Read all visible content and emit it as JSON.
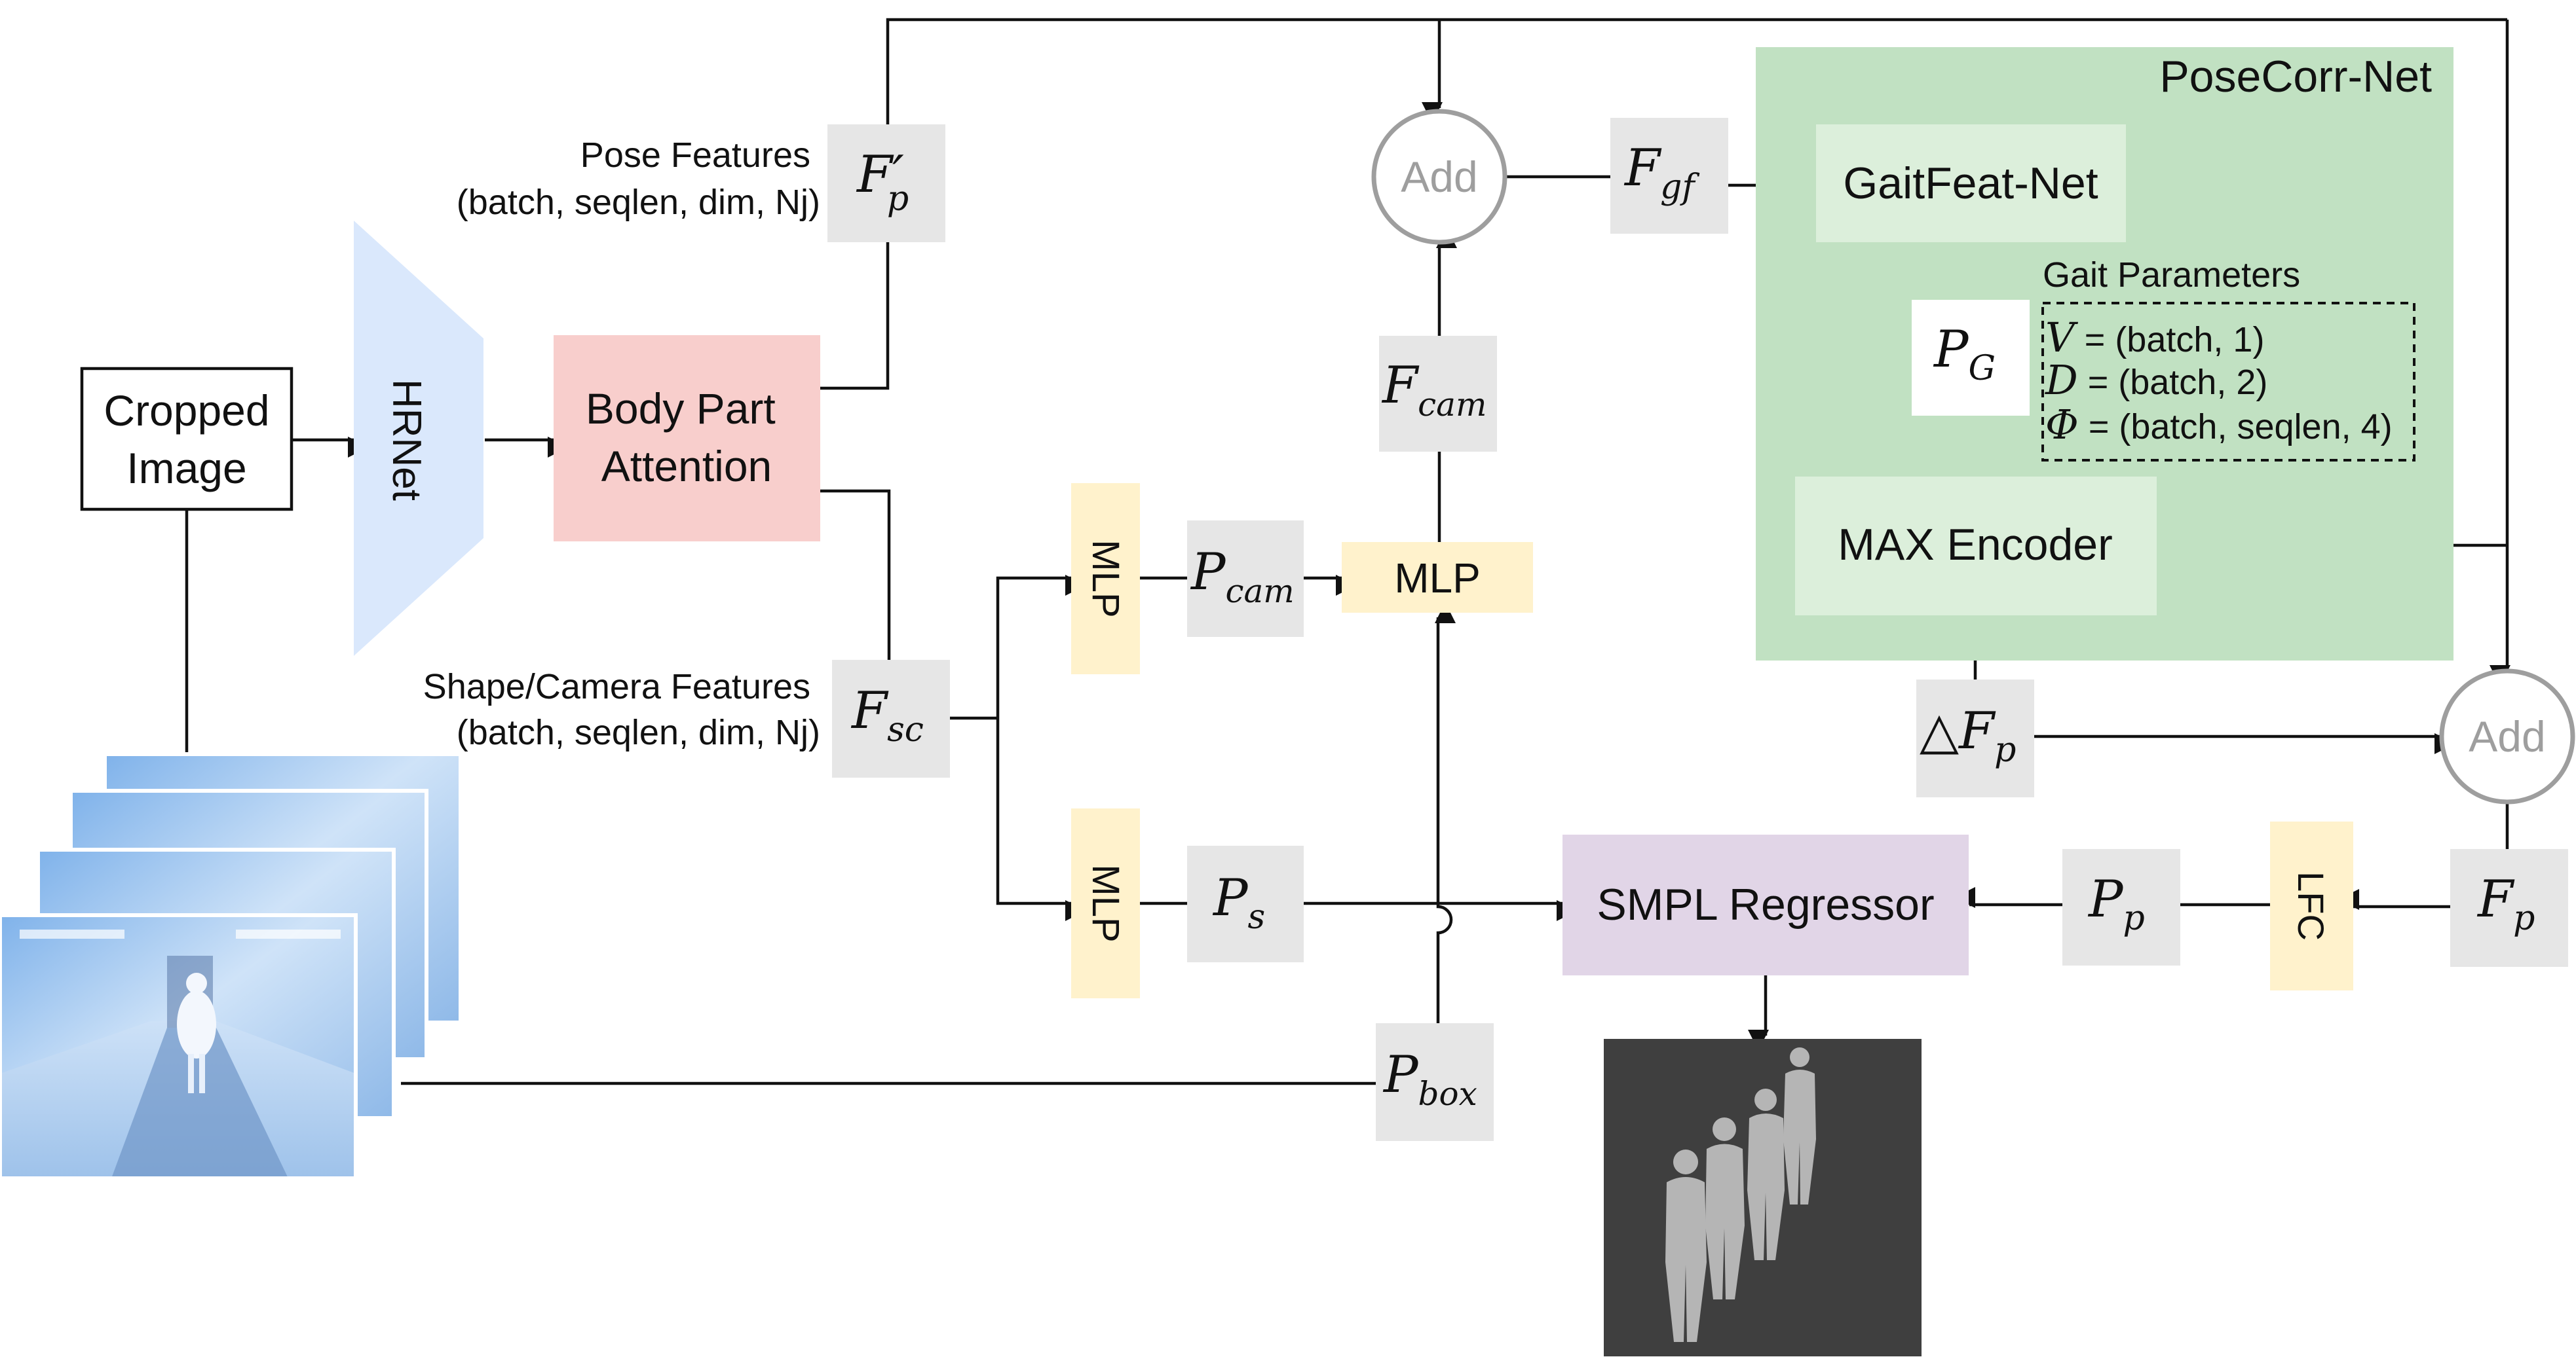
{
  "colors": {
    "block_gray": "#e6e6e6",
    "hrnet_blue": "#dae8fc",
    "attention_pink": "#f8cecc",
    "mlp_yellow": "#fff2cc",
    "posecorr_green": "#c1e1c2",
    "inner_green": "#dcefdb",
    "smpl_purple": "#e1d5e7",
    "add_circle_stroke": "#9e9e9e",
    "mesh_bg": "#3f3f3f",
    "photo_blue": "#b9d6f7"
  },
  "nodes": {
    "cropped_image": "Cropped\nImage",
    "hrnet": "HRNet",
    "body_part_attention": "Body Part\nAttention",
    "pose_features_label": "Pose Features\n(batch, seqlen, dim, Nj)",
    "shape_features_label": "Shape/Camera Features\n(batch, seqlen, dim, Nj)",
    "mlp": "MLP",
    "add": "Add",
    "posecorr_net": "PoseCorr-Net",
    "gaitfeat_net": "GaitFeat-Net",
    "max_encoder": "MAX Encoder",
    "gait_parameters_title": "Gait Parameters",
    "gait_param_v": " = (batch, 1)",
    "gait_param_d": " = (batch, 2)",
    "gait_param_phi": " = (batch, seqlen, 4)",
    "smpl_regressor": "SMPL Regressor",
    "lfc": "LFC"
  },
  "symbols": {
    "fp_prime": "F′",
    "fp_prime_sub": "p",
    "fsc": "F",
    "fsc_sub": "sc",
    "fgf": "F",
    "fgf_sub": "gf",
    "fcam": "F",
    "fcam_sub": "cam",
    "pcam": "P",
    "pcam_sub": "cam",
    "ps": "P",
    "ps_sub": "s",
    "pbox": "P",
    "pbox_sub": "box",
    "pg": "P",
    "pg_sub": "G",
    "dfp": "△F",
    "dfp_sub": "p",
    "pp": "P",
    "pp_sub": "p",
    "fp": "F",
    "fp_sub": "p",
    "v": "V",
    "d": "D",
    "phi": "Φ"
  }
}
